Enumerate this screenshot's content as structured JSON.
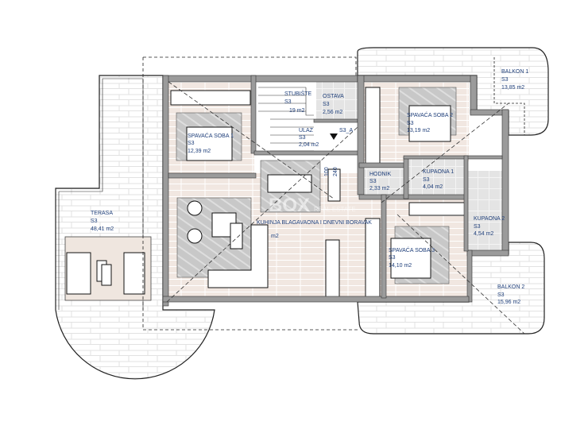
{
  "plan": {
    "watermark": {
      "brand": "BOX",
      "subtitle": "REAL ESTATE"
    },
    "rooms": [
      {
        "name": "STUBIŠTE",
        "code": "S3",
        "area": "19 m2"
      },
      {
        "name": "OSTAVA",
        "code": "S3",
        "area": "2,56 m2"
      },
      {
        "name": "ULAZ",
        "code": "S3",
        "area": "2,04 m2"
      },
      {
        "name": "SPAVAĆA SOBA 1",
        "code": "S3",
        "area": "12,39 m2"
      },
      {
        "name": "SPAVAĆA SOBA 2",
        "code": "S3",
        "area": "13,19 m2"
      },
      {
        "name": "HODNIK",
        "code": "S3",
        "area": "2,33 m2"
      },
      {
        "name": "KUPAONA 1",
        "code": "S3",
        "area": "4,04 m2"
      },
      {
        "name": "KUPAONA 2",
        "code": "S3",
        "area": "4,54 m2"
      },
      {
        "name": "SPAVAĆA SOBA 3",
        "code": "S3",
        "area": "14,10 m2"
      },
      {
        "name": "KUHINJA BLAGAVAONA I DNEVNI BORAVAK",
        "code": "",
        "area": "m2"
      },
      {
        "name": "BALKON 1",
        "code": "S3",
        "area": "13,85 m2"
      },
      {
        "name": "BALKON 2",
        "code": "S3",
        "area": "15,96 m2"
      },
      {
        "name": "TERASA",
        "code": "S3",
        "area": "48,41 m2"
      }
    ],
    "section_marker": "S3_A",
    "dimensions": [
      "100",
      "240"
    ],
    "colors": {
      "wall": "#9b9b9b",
      "floor": "#f1e7e1",
      "rug": "#c9c9c9",
      "tile": "#e6e6e6",
      "label": "#1f3f7a"
    }
  }
}
